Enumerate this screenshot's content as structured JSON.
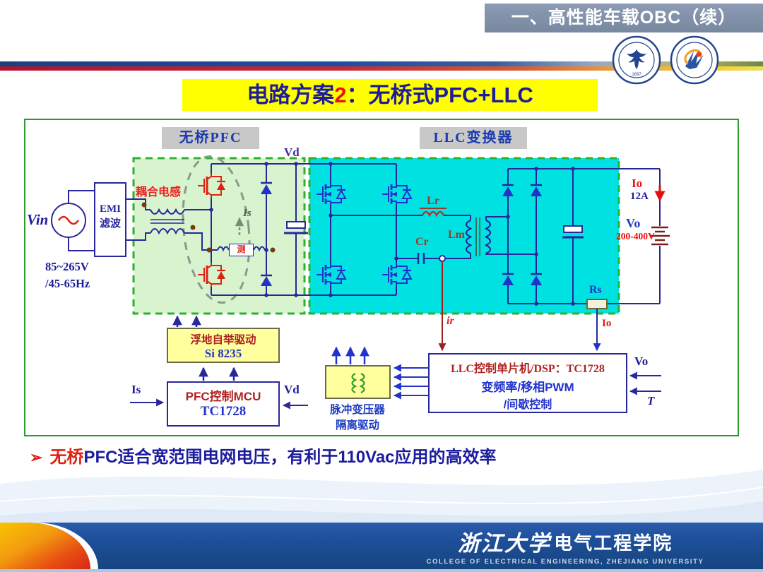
{
  "header": {
    "title": "一、高性能车载OBC（续）"
  },
  "title": {
    "prefix": "电路方案",
    "number": "2",
    "suffix": "：无桥式PFC+LLC"
  },
  "diagram": {
    "sections": {
      "pfc": "无桥PFC",
      "llc": "LLC变换器"
    },
    "source": {
      "vin": "Vin",
      "emi_line1": "EMI",
      "emi_line2": "滤波",
      "voltage": "85~265V",
      "frequency": "/45-65Hz"
    },
    "pfc": {
      "coupled_inductor": "耦合电感",
      "is_label": "Is",
      "ct": "测",
      "vd": "Vd"
    },
    "llc": {
      "lr": "Lr",
      "cr": "Cr",
      "lm": "Lm",
      "ir": "ir"
    },
    "output": {
      "io": "Io",
      "io_value": "12A",
      "vo": "Vo",
      "vo_range": "200-400V",
      "rs": "Rs",
      "io_sense": "Io"
    },
    "control": {
      "drive_line1": "浮地自举驱动",
      "drive_line2": "Si 8235",
      "mcu_line1": "PFC控制MCU",
      "mcu_line2": "TC1728",
      "is_input": "Is",
      "vd_input": "Vd",
      "pulse_line1": "脉冲变压器",
      "pulse_line2": "隔离驱动",
      "llc_line1": "LLC控制单片机/DSP：TC1728",
      "llc_line2": "变频率/移相PWM",
      "llc_line3": "/间歇控制",
      "vo_input": "Vo",
      "t_input": "T"
    }
  },
  "bullet": {
    "marker": "➢",
    "highlight": "无桥",
    "text": "PFC适合宽范围电网电压，有利于110Vac应用的高效率"
  },
  "footer": {
    "university": "浙江大学",
    "college": "电气工程学院",
    "english": "COLLEGE OF ELECTRICAL ENGINEERING, ZHEJIANG UNIVERSITY"
  },
  "colors": {
    "title_bg": "#ffff00",
    "pfc_fill": "#d8f4cf",
    "llc_fill": "#00e2e2",
    "wire_navy": "#28289b",
    "component_blue": "#2233cc",
    "component_red": "#dd2211",
    "footer_blue": "#1d4e99",
    "accent_red": "#e02010"
  }
}
